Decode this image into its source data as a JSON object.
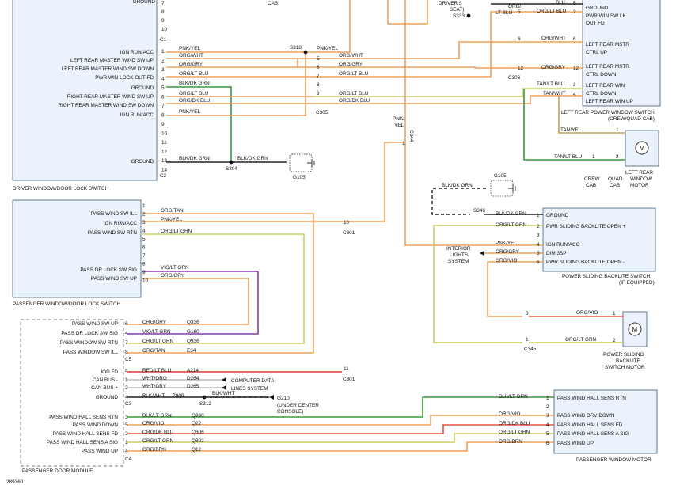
{
  "components": {
    "driver_switch": "DRIVER WINDOW/DOOR LOCK SWITCH",
    "pass_switch": "PASSENGER WINDOW/DOOR LOCK SWITCH",
    "pass_door_module": "PASSENGER DOOR MODULE",
    "lr_window_switch": "LEFT REAR POWER WINDOW SWITCH",
    "lr_window_switch_sub": "(CREW/QUAD CAB)",
    "lr_window_motor": [
      "LEFT REAR",
      "WINDOW",
      "MOTOR"
    ],
    "backlite_switch": "POWER SLIDING BACKLITE SWITCH",
    "backlite_switch_sub": "(IF EQUIPPED)",
    "backlite_motor": [
      "POWER SLIDING",
      "BACKLITE",
      "SWITCH MOTOR"
    ],
    "pass_window_motor": "PASSENGER WINDOW MOTOR",
    "motor_symbol": "M",
    "interior_lights": [
      "INTERIOR",
      "LIGHTS",
      "SYSTEM"
    ],
    "computer_data": [
      "COMPUTER DATA",
      "LINES SYSTEM"
    ],
    "g210_note": [
      "G210",
      "(UNDER CENTER",
      "CONSOLE)"
    ],
    "crew_cab": [
      "CREW",
      "CAB"
    ],
    "quad_cab": [
      "QUAD",
      "CAB"
    ],
    "cab_top": "CAB",
    "drivers_seat": [
      "DRIVER'S",
      "SEAT)"
    ],
    "figure_id": "289360"
  },
  "driver_pins": {
    "labels": [
      "IGN RUN/ACC",
      "LEFT REAR MASTER WIND SW UP",
      "LEFT REAR MASTER WIND SW DOWN",
      "PWR WIN LOCK OUT FD",
      "GROUND",
      "RIGHT REAR MASTER WIND SW UP",
      "RIGHT REAR MASTER WIND SW DOWN",
      "IGN RUN/ACC",
      "",
      "",
      "",
      "",
      "GROUND"
    ],
    "nums_top": [
      "7",
      "8",
      "9",
      "10"
    ],
    "nums_c1": [
      "1",
      "2",
      "3",
      "4",
      "5",
      "6",
      "7",
      "8",
      "9",
      "10",
      "11",
      "12",
      "13",
      "14"
    ],
    "conn_c1": "C1",
    "conn_c2": "C2",
    "top_label": "GROUND"
  },
  "driver_wires": [
    "PNK/YEL",
    "ORG/WHT",
    "ORG/GRY",
    "ORG/LT BLU",
    "BLK/DK GRN",
    "ORG/LT BLU",
    "ORG/DK BLU",
    "PNK/YEL",
    "BLK/DK GRN"
  ],
  "c305": {
    "wires": [
      "PNK/YEL",
      "ORG/WHT",
      "ORG/GRY",
      "ORG/LT BLU",
      "ORG/LT BLU",
      "ORG/DK BLU"
    ],
    "pins": [
      "5",
      "6",
      "7",
      "8",
      "9"
    ],
    "label": "C305"
  },
  "splices": {
    "s318": "S318",
    "s304": "S304",
    "s333": "S333",
    "s346": "S346",
    "s312": "S312"
  },
  "g105a": {
    "label": "G105",
    "wire": "BLK/DK GRN",
    "pin": "5"
  },
  "g105b": {
    "label": "G105",
    "wire": "BLK/DK GRN",
    "pin": "6"
  },
  "lr_switch": {
    "labels": [
      "GROUND",
      "PWR WIN SW LK",
      "OUT FD",
      "LEFT REAR MSTR",
      "CTRL UP",
      "LEFT REAR MSTR",
      "CTRL DOWN",
      "LEFT REAR WIN",
      "CTRL DOWN",
      "LEFT REAR WIN UP"
    ],
    "pins": [
      "5",
      "2",
      "6",
      "12",
      "3",
      "4"
    ],
    "wires": [
      "BLK",
      "ORG/LT BLU",
      "ORG/WHT",
      "ORG/GRY",
      "TAN/LT BLU",
      "TAN/WHT"
    ],
    "ext_wires": [
      "ORG/",
      "LT BLU"
    ],
    "conn": "C306",
    "c306_pins": [
      "5",
      "6",
      "12"
    ]
  },
  "lr_motor": {
    "wires": [
      "TAN/YEL",
      "TAN/LT BLU"
    ],
    "pins": [
      "1",
      "2",
      "1",
      "2"
    ]
  },
  "pnk_yel_vert": [
    "PNK/",
    "YEL"
  ],
  "c344": {
    "label": "C344",
    "pin": "1"
  },
  "pass_switch_pins": {
    "labels": [
      "PASS WIND SW ILL",
      "IGN RUN/ACC",
      "PASS WIND SW RTN",
      "",
      "",
      "",
      "PASS DR LOCK SW SIG",
      "PASS WIND SW UP"
    ],
    "nums": [
      "1",
      "2",
      "3",
      "4",
      "5",
      "6",
      "7",
      "8",
      "9",
      "10"
    ],
    "wires": [
      "ORG/TAN",
      "PNK/YEL",
      "ORG/LT GRN",
      "VIO/LT GRN",
      "ORG/GRY"
    ]
  },
  "c301": {
    "label": "C301",
    "pin": "10"
  },
  "c301b": {
    "label": "C301",
    "pin": "11"
  },
  "backlite_switch_pins": {
    "labels": [
      "GROUND",
      "PWR SLIDING BACKLITE OPEN +",
      "",
      "IGN RUN/ACC",
      "DIM 3SP",
      "PWR SLIDING BACKLITE OPEN -"
    ],
    "pins": [
      "1",
      "2",
      "3",
      "4",
      "5",
      "6"
    ],
    "wires": [
      "BLK/DK GRN",
      "ORG/LT GRN",
      "",
      "PNK/YEL",
      "ORG/GRY",
      "ORG/VIO"
    ]
  },
  "backlite_motor_pins": {
    "wires": [
      "ORG/VIO",
      "ORG/LT GRN"
    ],
    "pins": [
      "1",
      "2"
    ],
    "conn": "C345",
    "conn_pins": [
      "8",
      "1"
    ]
  },
  "pdm": {
    "c5_labels": [
      "PASS WIND SW UP",
      "PASS DR LOCK SW SIG",
      "PASS WINDOW SW RTN",
      "PASS WINDOW SW ILL"
    ],
    "c5_pins": [
      "6",
      "4",
      "7",
      "8"
    ],
    "c5_wires": [
      "ORG/GRY",
      "VIO/LT GRN",
      "ORG/LT GRN",
      "ORG/TAN"
    ],
    "c5_circuits": [
      "Q336",
      "G160",
      "Q936",
      "E34"
    ],
    "c5": "C5",
    "c3_labels": [
      "IOD FD",
      "CAN BUS -",
      "CAN BUS +",
      "GROUND"
    ],
    "c3_pins": [
      "5",
      "1",
      "2",
      "4"
    ],
    "c3_wires": [
      "RED/LT BLU",
      "WHT/ORG",
      "WHT/GRY",
      "BLK/WHT"
    ],
    "c3_circuits": [
      "A214",
      "D264",
      "D265",
      "Z909"
    ],
    "c3": "C3",
    "c4_labels": [
      "PASS WIND HALL SENS RTN",
      "PASS WIND DOWN",
      "PASS WIND HALL SENS FD",
      "PASS WIND HALL SENS A SIG",
      "PASS WIND UP"
    ],
    "c4_pins": [
      "3",
      "5",
      "2",
      "1",
      "4"
    ],
    "c4_wires": [
      "BLK/LT GRN",
      "ORG/VIO",
      "ORG/DK BLU",
      "ORG/LT GRN",
      "ORG/BRN"
    ],
    "c4_circuits": [
      "Q990",
      "Q22",
      "Q306",
      "Q302",
      "Q12"
    ],
    "c4": "C4"
  },
  "pwm": {
    "labels": [
      "PASS WIND HALL SENS RTN",
      "",
      "PASS WIND DRV DOWN",
      "PASS WIND HALL SENS FD",
      "PASS WIND HALL SENS A SIG",
      "PASS WIND UP"
    ],
    "pins": [
      "1",
      "2",
      "3",
      "4",
      "5",
      "6"
    ],
    "wires": [
      "BLK/LT GRN",
      "",
      "ORG/VIO",
      "ORG/DK BLU",
      "ORG/LT GRN",
      "ORG/BRN"
    ],
    "s312_wire": "BLK/WHT"
  },
  "colors": {
    "org": "#f0a05a",
    "blk": "#222222",
    "grn": "#3a9a3a",
    "tan": "#c8a060",
    "pnk": "#e8905a",
    "vio": "#8a3aa8",
    "red": "#d84030",
    "ltgrn": "#b8d060",
    "gryorg": "#e89850"
  }
}
